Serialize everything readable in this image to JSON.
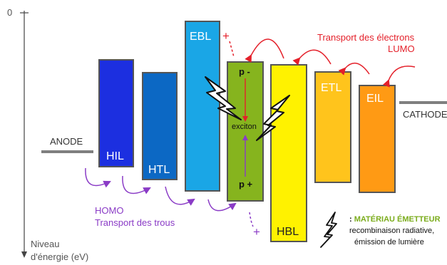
{
  "axis": {
    "zero_label": "0",
    "label_line1": "Niveau",
    "label_line2": "d'énergie (eV)"
  },
  "anode": {
    "label": "ANODE"
  },
  "cathode": {
    "label": "CATHODE"
  },
  "layers": [
    {
      "id": "hil",
      "label": "HIL",
      "color": "#1c2fe0"
    },
    {
      "id": "htl",
      "label": "HTL",
      "color": "#0c68c4"
    },
    {
      "id": "ebl",
      "label": "EBL",
      "color": "#1aa6e6"
    },
    {
      "id": "eml",
      "label": "",
      "color": "#86b41e"
    },
    {
      "id": "hbl",
      "label": "HBL",
      "color": "#fff200"
    },
    {
      "id": "etl",
      "label": "ETL",
      "color": "#ffc41c"
    },
    {
      "id": "eil",
      "label": "EIL",
      "color": "#ff9a14"
    }
  ],
  "charges": {
    "electron_label": "p -",
    "hole_label": "p +",
    "exciton_label": "exciton",
    "plus_symbol": "+"
  },
  "annotations": {
    "electron_transport_line1": "Transport des électrons",
    "electron_transport_line2": "LUMO",
    "hole_transport_line1": "HOMO",
    "hole_transport_line2": "Transport des trous"
  },
  "legend": {
    "title": "MATÉRIAU ÉMETTEUR",
    "line1": "recombinaison radiative,",
    "line2": "émission de lumière"
  },
  "colors": {
    "electron_arrow": "#e4202a",
    "hole_arrow": "#8a3bc6",
    "emitter_title": "#7bac1c",
    "hole_text": "#8a3bc6",
    "electron_text": "#e4202a",
    "electrode": "#7f7f7f"
  }
}
